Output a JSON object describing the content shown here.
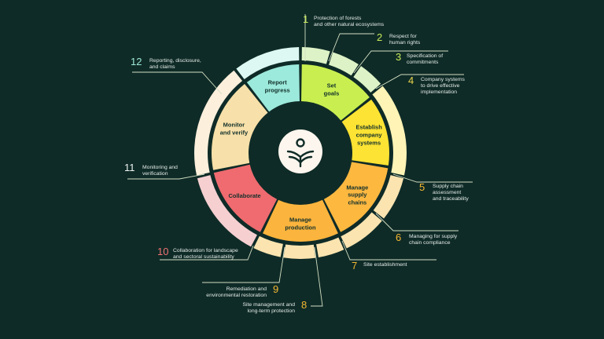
{
  "background": "#0f2b27",
  "line_color": "#d3dfc4",
  "inner_segments": [
    {
      "label": "Set\ngoals",
      "color": "#c8ef4f"
    },
    {
      "label": "Establish\ncompany\nsystems",
      "color": "#fde333"
    },
    {
      "label": "Manage\nsupply\nchains",
      "color": "#fdb840"
    },
    {
      "label": "Manage\nproduction",
      "color": "#fbb43d"
    },
    {
      "label": "Collaborate",
      "color": "#ef6b6f"
    },
    {
      "label": "Monitor\nand verify",
      "color": "#f7e0a9"
    },
    {
      "label": "Report\nprogress",
      "color": "#9ceadb"
    }
  ],
  "outer_ring_colors": {
    "green": "#ddf2c6",
    "yellow": "#fff4b6",
    "orange": "#fbe4b0",
    "pink": "#f6cfd1",
    "cream": "#fcefdc",
    "cyan": "#ddf8f2"
  },
  "logo": {
    "icon": "person-book-logo-icon",
    "color": "#fdf6ee"
  },
  "items": [
    {
      "number": "1",
      "text": "Protection of forests\nand other natural ecosystems",
      "color": "#c8ea5a"
    },
    {
      "number": "2",
      "text": "Respect for\nhuman rights",
      "color": "#c8ea5a"
    },
    {
      "number": "3",
      "text": "Specification of\ncommitments",
      "color": "#c8ea5a"
    },
    {
      "number": "4",
      "text": "Company systems\nto drive effective\nimplementation",
      "color": "#e9d64a"
    },
    {
      "number": "5",
      "text": "Supply chain\nassessment\nand traceability",
      "color": "#f5b731"
    },
    {
      "number": "6",
      "text": "Managing for supply\nchain compliance",
      "color": "#f5b731"
    },
    {
      "number": "7",
      "text": "Site establishment",
      "color": "#f5b731"
    },
    {
      "number": "8",
      "text": "Site management and\nlong-term protection",
      "color": "#f5b731"
    },
    {
      "number": "9",
      "text": "Remediation and\nenvironmental restoration",
      "color": "#f5b731"
    },
    {
      "number": "10",
      "text": "Collaboration for landscape\nand sectoral sustainability",
      "color": "#f07272"
    },
    {
      "number": "11",
      "text": "Monitoring and\nverification",
      "color": "#eef5f2"
    },
    {
      "number": "12",
      "text": "Reporting, disclosure,\nand claims",
      "color": "#9ee8d8"
    }
  ]
}
